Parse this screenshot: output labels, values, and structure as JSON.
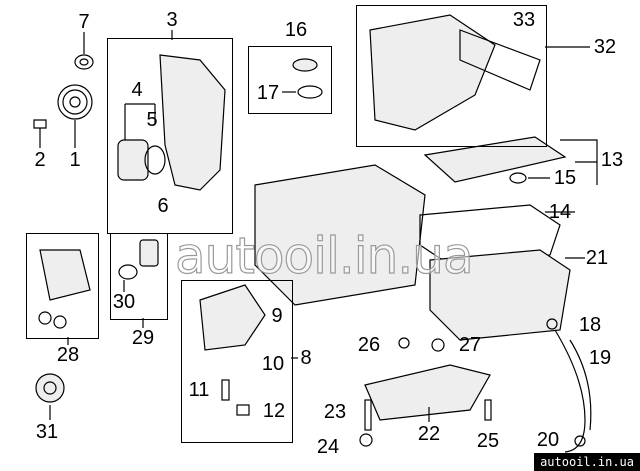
{
  "diagram": {
    "callouts": [
      "1",
      "2",
      "3",
      "4",
      "5",
      "6",
      "7",
      "8",
      "9",
      "10",
      "11",
      "12",
      "13",
      "14",
      "15",
      "16",
      "17",
      "18",
      "19",
      "20",
      "21",
      "22",
      "23",
      "24",
      "25",
      "26",
      "27",
      "28",
      "29",
      "30",
      "31",
      "32",
      "33"
    ],
    "watermark": "autooil.in.ua",
    "badge": "autooil.in.ua"
  }
}
